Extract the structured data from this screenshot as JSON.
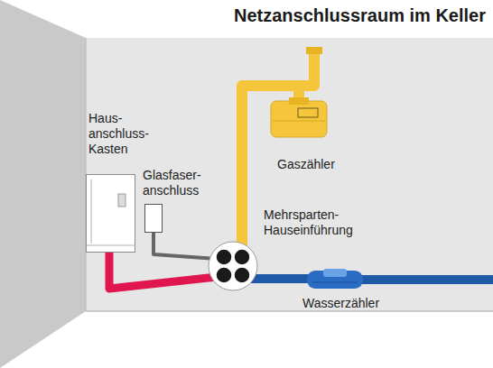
{
  "diagram": {
    "title": "Netzanschlussraum im Keller",
    "nodes": [
      {
        "text": [
          "Haus- anschluss- Kasten"
        ]
      },
      {
        "text": [
          "Glasfaser- anschluss"
        ]
      },
      {
        "text": [
          "Gaszähler"
        ]
      },
      {
        "text": [
          "Mehrsparten-Hauseinführung"
        ]
      },
      {
        "text": [
          "Wasserzähler"
        ]
      }
    ],
    "edges": [
      {
        "from": 0,
        "to": 3,
        "arrow": "none"
      },
      {
        "from": 1,
        "to": 3,
        "arrow": "none"
      },
      {
        "from": 3,
        "to": 2,
        "arrow": "none"
      },
      {
        "from": 3,
        "to": 4,
        "arrow": "none"
      }
    ]
  }
}
